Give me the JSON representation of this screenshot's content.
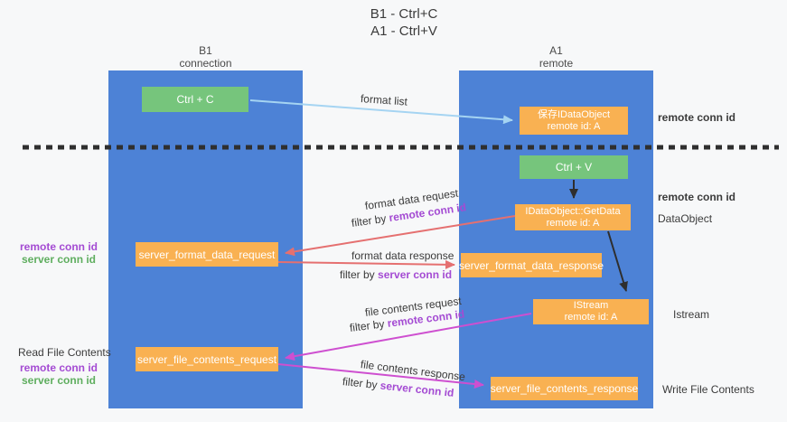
{
  "title": {
    "line1": "B1 - Ctrl+C",
    "line2": "A1 - Ctrl+V"
  },
  "lanes": {
    "left": {
      "name": "B1",
      "role": "connection"
    },
    "right": {
      "name": "A1",
      "role": "remote"
    }
  },
  "boxes": {
    "ctrl_c": {
      "label": "Ctrl + C"
    },
    "save_idataobject": {
      "line1": "保存IDataObject",
      "line2": "remote id: A"
    },
    "ctrl_v": {
      "label": "Ctrl + V"
    },
    "getdata": {
      "line1": "IDataObject::GetData",
      "line2": "remote id: A"
    },
    "server_format_data_request": {
      "label": "server_format_data_request"
    },
    "server_format_data_response": {
      "label": "server_format_data_response"
    },
    "istream": {
      "line1": "IStream",
      "line2": "remote id: A"
    },
    "server_file_contents_request": {
      "label": "server_file_contents_request"
    },
    "server_file_contents_response": {
      "label": "server_file_contents_response"
    }
  },
  "arrow_labels": {
    "format_list": "format list",
    "format_data_request": "format data request",
    "format_data_request_filter_prefix": "filter by ",
    "format_data_request_filter_value": "remote conn id",
    "format_data_response": "format data response",
    "format_data_response_filter_prefix": "filter by ",
    "format_data_response_filter_value": "server conn id",
    "file_contents_request": "file contents request",
    "file_contents_request_filter_prefix": "filter by ",
    "file_contents_request_filter_value": "remote conn id",
    "file_contents_response": "file contents response",
    "file_contents_response_filter_prefix": "filter by ",
    "file_contents_response_filter_value": "server conn id"
  },
  "side_labels": {
    "right_remote_conn_id_top": "remote conn id",
    "right_remote_conn_id_mid": "remote conn id",
    "right_dataobject": "DataObject",
    "right_istream": "Istream",
    "right_write_file_contents": "Write File Contents",
    "left_remote_conn_id_mid": "remote conn id",
    "left_server_conn_id_mid": "server conn id",
    "left_read_file_contents": "Read File Contents",
    "left_remote_conn_id_bottom": "remote conn id",
    "left_server_conn_id_bottom": "server conn id"
  },
  "colors": {
    "lane_blue": "#4d82d6",
    "box_green": "#76c57c",
    "box_orange": "#f9b152",
    "arrow_light_blue": "#a5d4f2",
    "arrow_red": "#e57070",
    "arrow_magenta": "#ce4fd0",
    "arrow_black": "#2e2e2e",
    "text_purple": "#a44bd3",
    "text_green": "#5fae5f",
    "dashed_line": "#2f2f2f"
  }
}
